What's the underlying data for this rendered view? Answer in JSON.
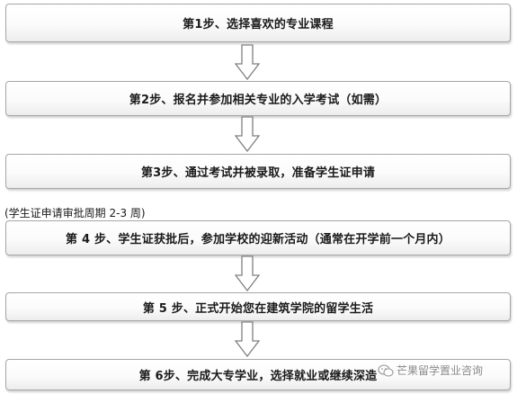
{
  "steps": [
    {
      "label": "第1步、选择喜欢的专业课程"
    },
    {
      "label": "第2步、报名并参加相关专业的入学考试（如需）"
    },
    {
      "label": "第3步、通过考试并被录取，准备学生证申请"
    },
    {
      "label": "第 4 步、学生证获批后，参加学校的迎新活动（通常在开学前一个月内）"
    },
    {
      "label": "第 5 步、正式开始您在建筑学院的留学生活"
    },
    {
      "label": "第 6步、完成大专学业，选择就业或继续深造"
    }
  ],
  "note": "(学生证申请审批周期 2-3 周)",
  "watermark": {
    "text": "芒果留学置业咨询",
    "icon": "wechat-icon"
  },
  "colors": {
    "box_border": "#a6a6a6",
    "arrow_stroke": "#7f7f7f",
    "arrow_fill": "#ffffff",
    "text": "#1a1a1a",
    "watermark": "#8a8a8a"
  }
}
